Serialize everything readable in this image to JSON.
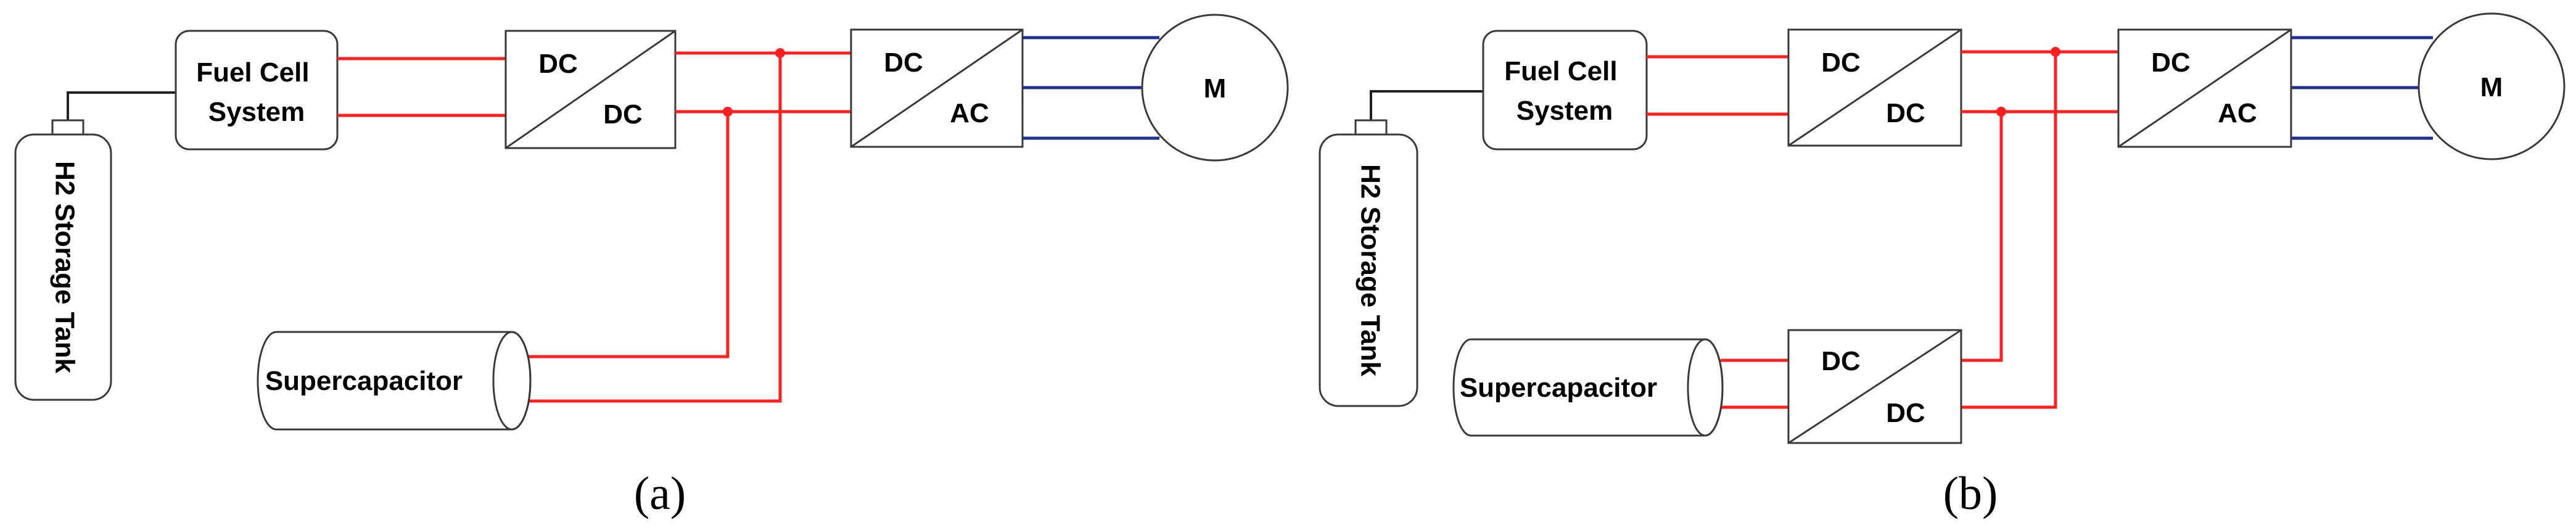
{
  "colors": {
    "dc_link": "#ff1f1f",
    "ac_phase": "#1f2f8f",
    "h2_line": "#222222"
  },
  "panel_a": {
    "fuel_cell": [
      "Fuel Cell",
      "System"
    ],
    "h2_tank": "H2 Storage Tank",
    "dcdc_in": "DC",
    "dcdc_out": "DC",
    "inv_in": "DC",
    "inv_out": "AC",
    "motor": "M",
    "supercap": "Supercapacitor",
    "caption": "(a)"
  },
  "panel_b": {
    "fuel_cell": [
      "Fuel Cell",
      "System"
    ],
    "h2_tank": "H2 Storage Tank",
    "dcdc_in": "DC",
    "dcdc_out": "DC",
    "inv_in": "DC",
    "inv_out": "AC",
    "motor": "M",
    "supercap": "Supercapacitor",
    "sc_conv_in": "DC",
    "sc_conv_out": "DC",
    "caption": "(b)"
  }
}
